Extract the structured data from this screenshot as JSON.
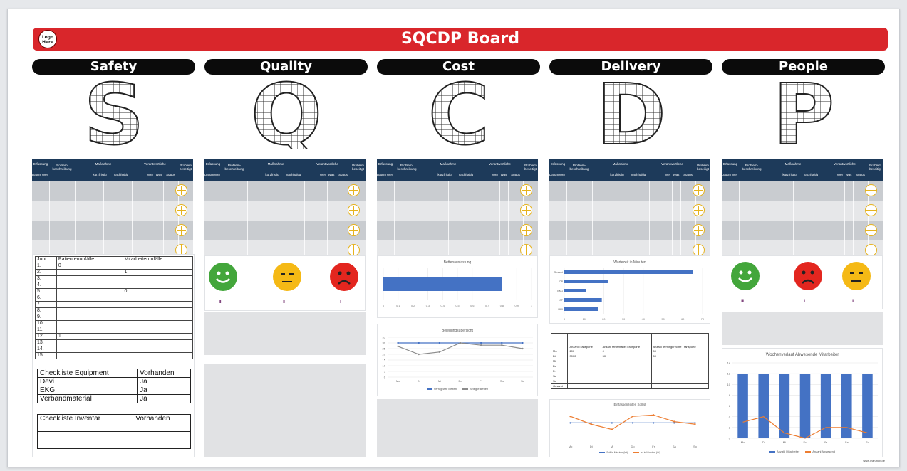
{
  "title": "SQCDP Board",
  "logo_text": "Logo\nHere",
  "footer_text": "www.lean-hub.de",
  "columns": [
    {
      "key": "safety",
      "label": "Safety",
      "letter": "S"
    },
    {
      "key": "quality",
      "label": "Quality",
      "letter": "Q"
    },
    {
      "key": "cost",
      "label": "Cost",
      "letter": "C"
    },
    {
      "key": "delivery",
      "label": "Delivery",
      "letter": "D"
    },
    {
      "key": "people",
      "label": "People",
      "letter": "P"
    }
  ],
  "problem_table": {
    "groups": [
      "Erfassung",
      "Problem-\nbeschreibung",
      "Maßnahme",
      "Verantwortliche",
      "Problem\nbeseitigt"
    ],
    "subheaders": [
      "Datum",
      "Wer",
      "kurzfristig",
      "nachhaltig",
      "Wer",
      "Was",
      "Status"
    ]
  },
  "safety": {
    "accident_table": {
      "headers": [
        "Juni",
        "Patientenunfälle",
        "Mitarbeiterunfälle"
      ],
      "rows": [
        [
          "1.",
          "0",
          ""
        ],
        [
          "2.",
          "",
          "1"
        ],
        [
          "3.",
          "",
          ""
        ],
        [
          "4.",
          "",
          ""
        ],
        [
          "5.",
          "",
          "0"
        ],
        [
          "6.",
          "",
          ""
        ],
        [
          "7.",
          "",
          ""
        ],
        [
          "8.",
          "",
          ""
        ],
        [
          "9.",
          "",
          ""
        ],
        [
          "10.",
          "",
          ""
        ],
        [
          "11.",
          "",
          ""
        ],
        [
          "12.",
          "1",
          ""
        ],
        [
          "13.",
          "",
          ""
        ],
        [
          "14.",
          "",
          ""
        ],
        [
          "15.",
          "",
          ""
        ]
      ]
    },
    "checklist_equipment": {
      "headers": [
        "Checkliste Equipment",
        "Vorhanden"
      ],
      "rows": [
        [
          "Devi",
          "Ja"
        ],
        [
          "EKG",
          "Ja"
        ],
        [
          "Verbandmaterial",
          "Ja"
        ]
      ]
    },
    "checklist_inventar": {
      "headers": [
        "Checkliste Inventar",
        "Vorhanden"
      ],
      "rows": [
        [
          "",
          ""
        ],
        [
          "",
          ""
        ],
        [
          "",
          ""
        ]
      ]
    }
  },
  "quality": {
    "faces": [
      {
        "mood": "happy",
        "color": "#43a63b",
        "tally": "IIII"
      },
      {
        "mood": "neutral",
        "color": "#f5b915",
        "tally": "III"
      },
      {
        "mood": "sad",
        "color": "#e3261f",
        "tally": "II"
      }
    ]
  },
  "cost": {
    "bar_chart": {
      "title": "Bettenauslastung",
      "value": 0.8,
      "xticks": [
        "0",
        "0,1",
        "0,2",
        "0,3",
        "0,4",
        "0,5",
        "0,6",
        "0,7",
        "0,8",
        "0,9",
        "1"
      ]
    },
    "line_chart": {
      "title": "Belegungsübersicht",
      "categories": [
        "Mo",
        "Di",
        "Mi",
        "Do",
        "Fr",
        "Sa",
        "So"
      ],
      "yticks": [
        "0",
        "5",
        "10",
        "15",
        "20",
        "25",
        "30",
        "35"
      ],
      "series": [
        {
          "name": "Verfügbare Betten",
          "color": "#4472c4",
          "values": [
            30,
            30,
            30,
            30,
            30,
            30,
            30
          ]
        },
        {
          "name": "Belegte Betten",
          "color": "#8c8c8c",
          "values": [
            27,
            20,
            22,
            30,
            28,
            28,
            25
          ]
        }
      ]
    }
  },
  "delivery": {
    "bar_chart": {
      "title": "Wartezeit in Minuten",
      "categories": [
        "Gesamt",
        "OP",
        "EKG",
        "CT",
        "MRI"
      ],
      "values": [
        65,
        22,
        11,
        19,
        17
      ],
      "xticks": [
        "0",
        "10",
        "20",
        "30",
        "40",
        "50",
        "60",
        "70"
      ]
    },
    "transport_table": {
      "headers": [
        "",
        "Anzahl Transporte",
        "Anzahl fehlerhafte Transporte",
        "Anzahl termingerechte Transporte"
      ],
      "rows": [
        [
          "Mo",
          "200",
          "0",
          "50"
        ],
        [
          "Di",
          "3000",
          "50",
          "50"
        ],
        [
          "Mi",
          "",
          "",
          ""
        ],
        [
          "Do",
          "",
          "",
          ""
        ],
        [
          "Fr",
          "",
          "",
          ""
        ],
        [
          "Sa",
          "",
          "",
          ""
        ],
        [
          "So",
          "",
          "",
          ""
        ],
        [
          "Gesamt",
          "",
          "",
          ""
        ]
      ]
    },
    "line_chart": {
      "title": "Einfassenzeiten Sollist",
      "categories": [
        "Mo",
        "Di",
        "Mi",
        "Do",
        "Fr",
        "Sa",
        "So"
      ],
      "series": [
        {
          "name": "Soll in Minuten (ist)",
          "color": "#4472c4",
          "values": [
            30,
            30,
            30,
            30,
            30,
            30,
            30
          ]
        },
        {
          "name": "Ist in Minuten (ist)",
          "color": "#ed7d31",
          "values": [
            40,
            28,
            20,
            40,
            42,
            32,
            28
          ]
        }
      ]
    }
  },
  "people": {
    "faces": [
      {
        "mood": "happy",
        "color": "#43a63b",
        "tally": "IIIII"
      },
      {
        "mood": "sad",
        "color": "#e3261f",
        "tally": "II"
      },
      {
        "mood": "neutral",
        "color": "#f5b915",
        "tally": "III"
      }
    ],
    "combo_chart": {
      "title": "Wochenverlauf Abwesende Mitarbeiter",
      "categories": [
        "Mo",
        "Di",
        "Mi",
        "Do",
        "Fr",
        "Sa",
        "So"
      ],
      "yticks": [
        "0",
        "2",
        "4",
        "6",
        "8",
        "10",
        "12",
        "14"
      ],
      "bar_series": {
        "name": "Anzahl Mitarbeiter",
        "color": "#4472c4",
        "values": [
          12,
          12,
          12,
          12,
          12,
          12,
          12
        ]
      },
      "line_series": {
        "name": "Anzahl Abwesend",
        "color": "#ed7d31",
        "values": [
          3,
          4,
          1,
          0,
          2,
          2,
          1
        ]
      }
    }
  }
}
